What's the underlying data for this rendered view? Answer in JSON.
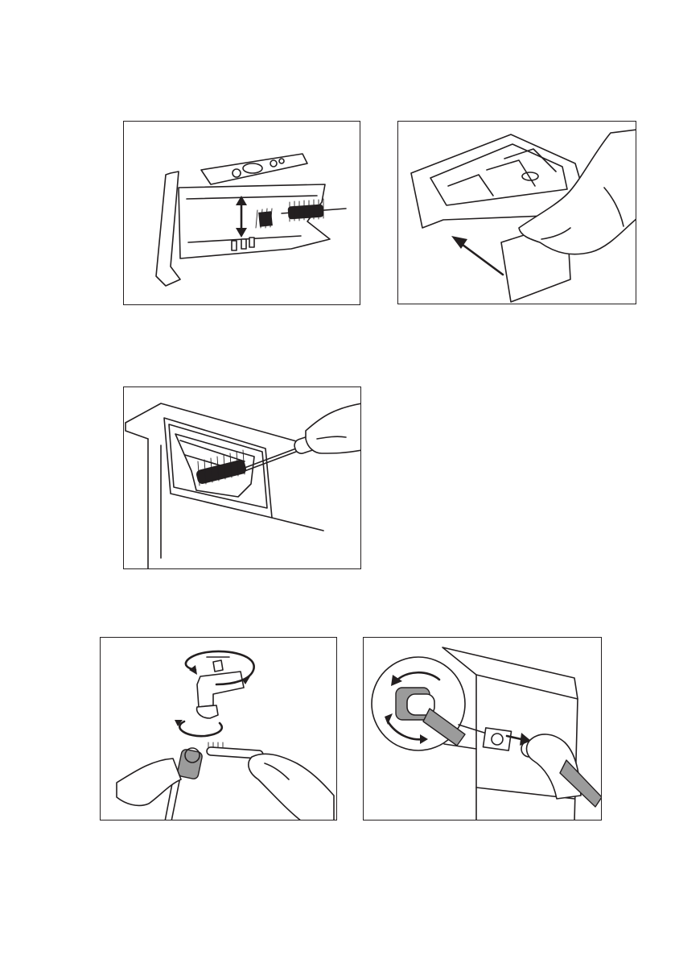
{
  "document": {
    "figures": [
      {
        "icon": "drawer-insert-cleaning"
      },
      {
        "icon": "drawer-insert-removal"
      },
      {
        "icon": "drawer-recess-cleaning"
      },
      {
        "icon": "inlet-hose-filter-cleaning"
      },
      {
        "icon": "inlet-valve-filter-cleaning"
      }
    ]
  },
  "colors": {
    "line": "#231f20",
    "background": "#ffffff",
    "hose": "#9b9b9b"
  }
}
